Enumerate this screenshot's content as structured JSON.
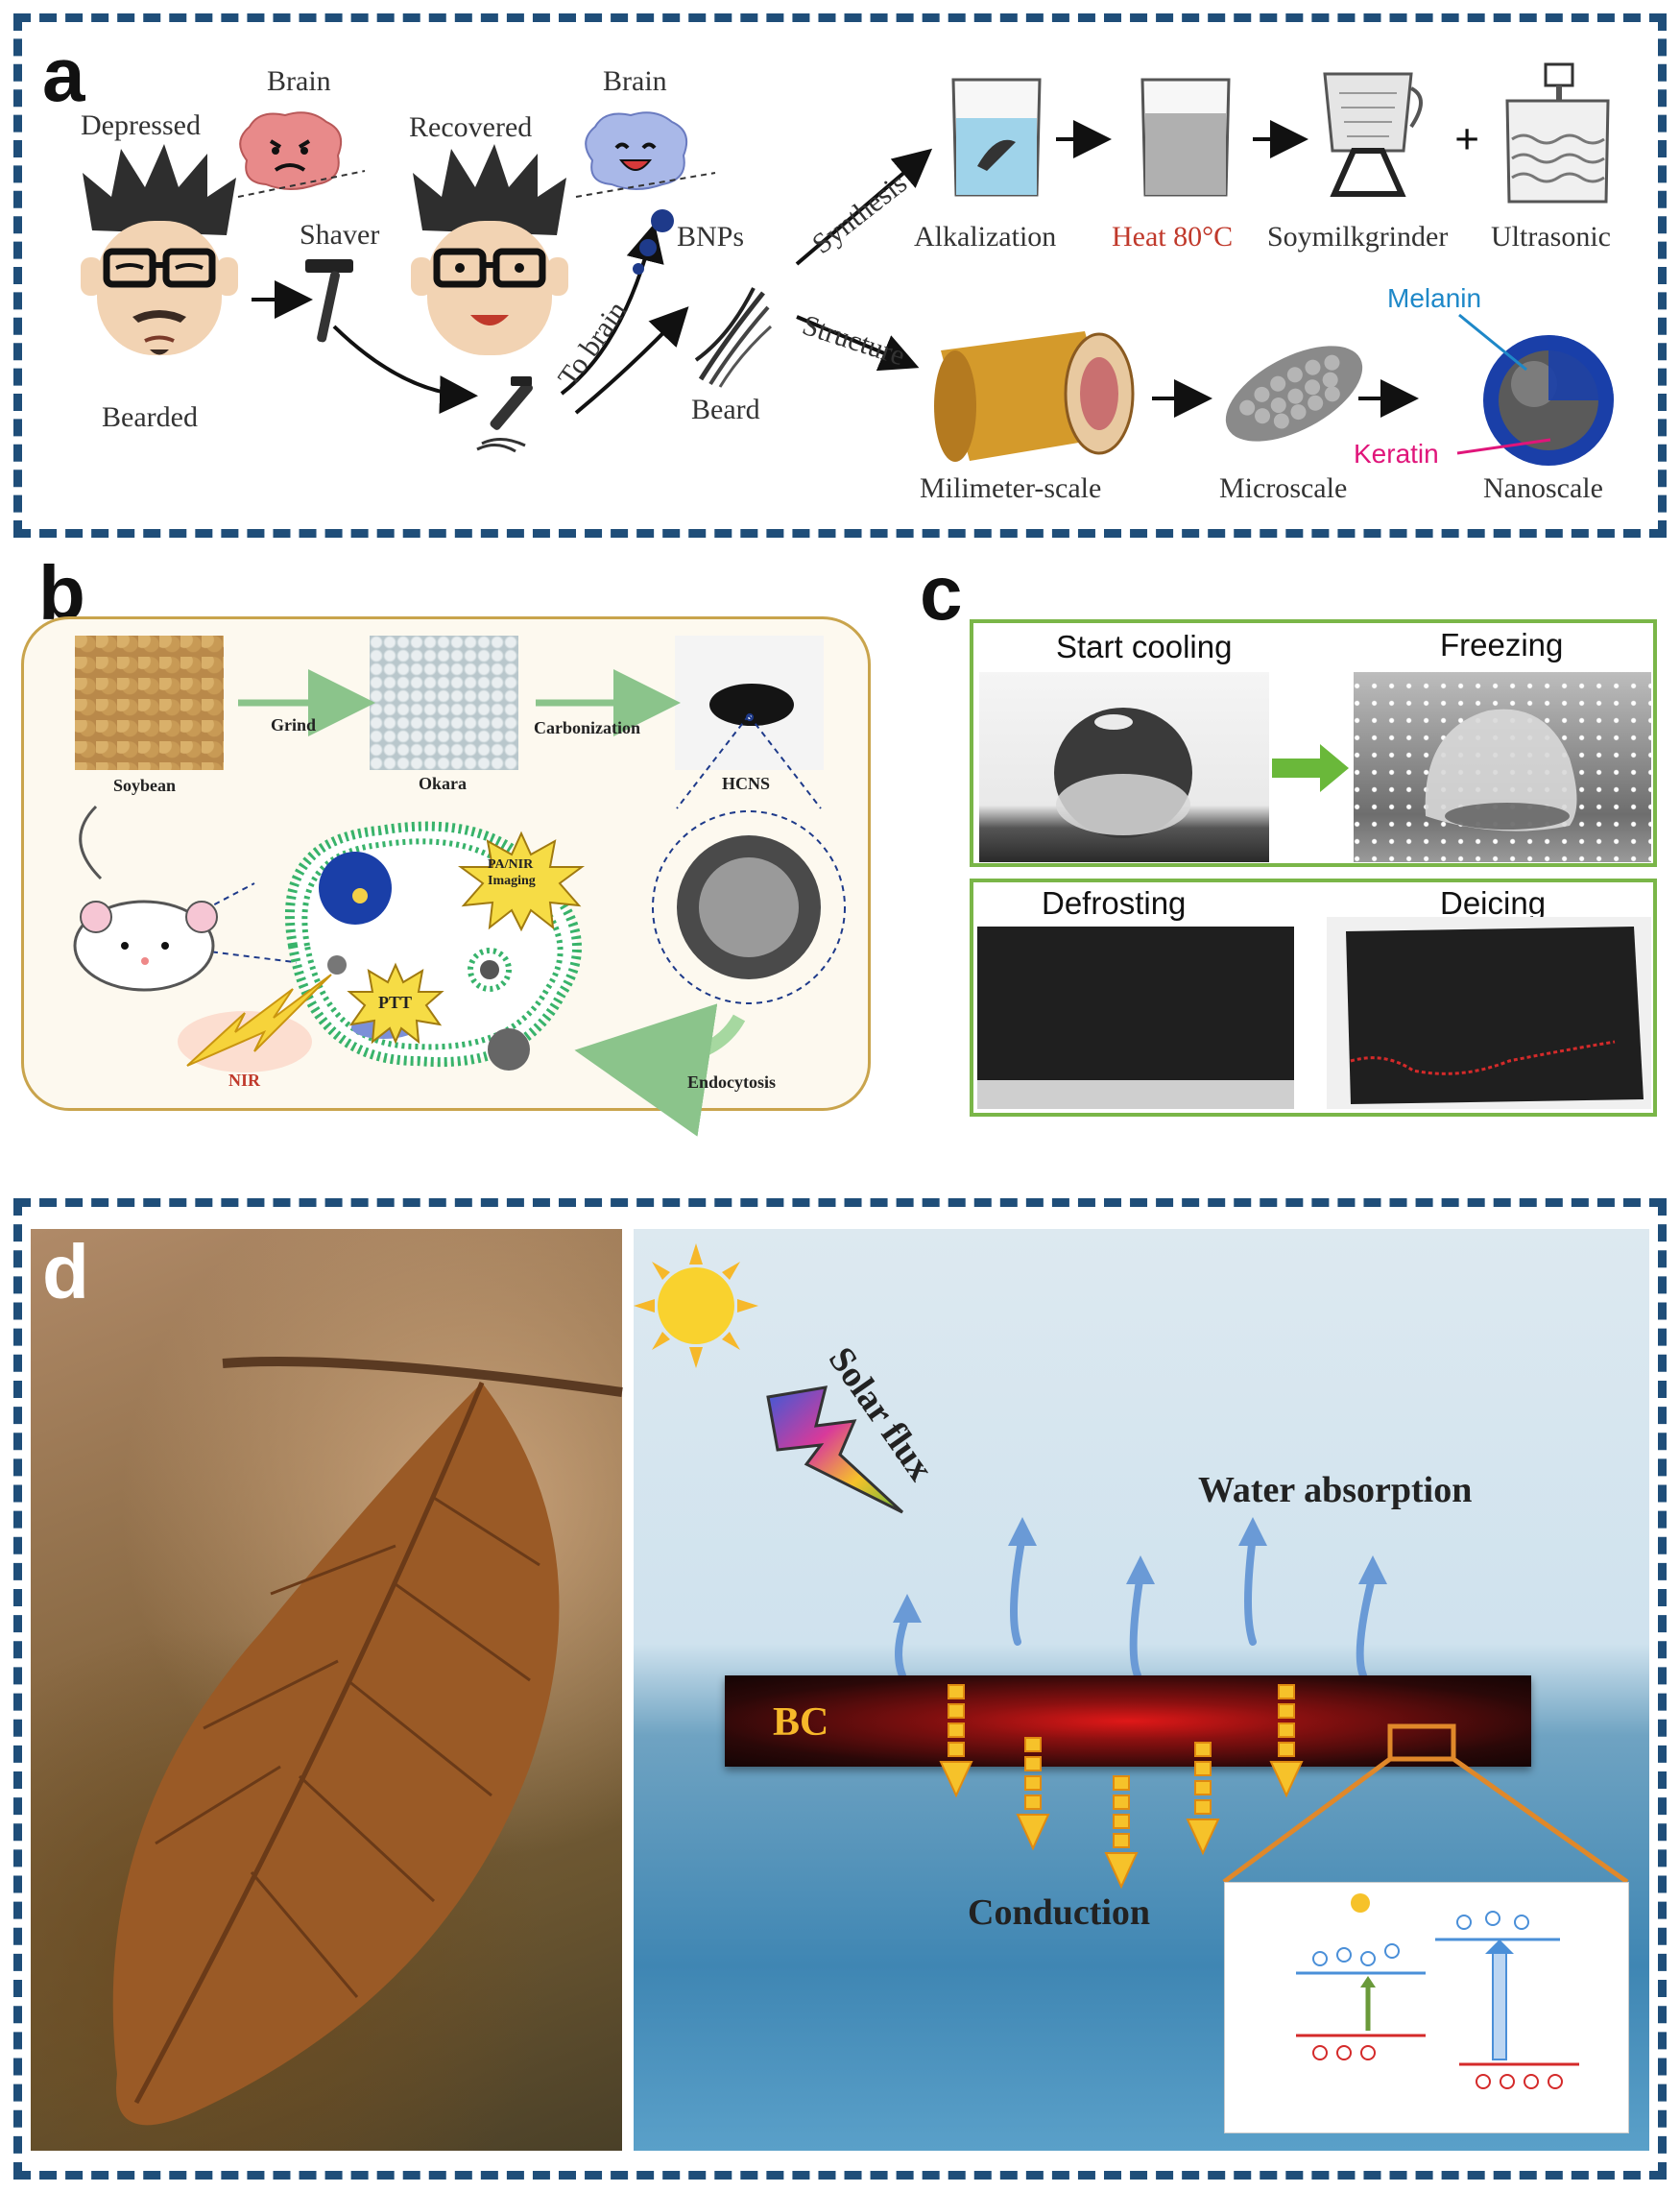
{
  "colors": {
    "frame_blue": "#1f4e79",
    "green_frame": "#7ab648",
    "heat_red": "#c0392b",
    "melanin_blue": "#1e88c8",
    "keratin_pink": "#e0157a",
    "panel_b_border": "#c9a44c"
  },
  "panel_a": {
    "letter": "a",
    "labels": {
      "depressed": "Depressed",
      "brain1": "Brain",
      "recovered": "Recovered",
      "brain2": "Brain",
      "shaver": "Shaver",
      "bnps": "BNPs",
      "to_brain": "To brain",
      "bearded": "Bearded",
      "beard": "Beard",
      "synthesis": "Synthesis",
      "structure": "Structure",
      "alkalization": "Alkalization",
      "heat": "Heat 80°C",
      "soymilkgrinder": "Soymilkgrinder",
      "plus": "+",
      "ultrasonic": "Ultrasonic",
      "melanin": "Melanin",
      "keratin": "Keratin",
      "millimeter": "Milimeter-scale",
      "microscale": "Microscale",
      "nanoscale": "Nanoscale"
    }
  },
  "panel_b": {
    "letter": "b",
    "labels": {
      "soybean": "Soybean",
      "grind": "Grind",
      "okara": "Okara",
      "carbonization": "Carbonization",
      "hcns": "HCNS",
      "pa_nir": "PA/NIR",
      "imaging": "Imaging",
      "ptt": "PTT",
      "nir": "NIR",
      "endocytosis": "Endocytosis"
    }
  },
  "panel_c": {
    "letter": "c",
    "labels": {
      "start_cooling": "Start cooling",
      "freezing": "Freezing",
      "defrosting": "Defrosting",
      "deicing": "Deicing"
    }
  },
  "panel_d": {
    "letter": "d",
    "labels": {
      "solar_flux": "Solar flux",
      "water_absorption": "Water absorption",
      "bc": "BC",
      "conduction": "Conduction"
    }
  }
}
